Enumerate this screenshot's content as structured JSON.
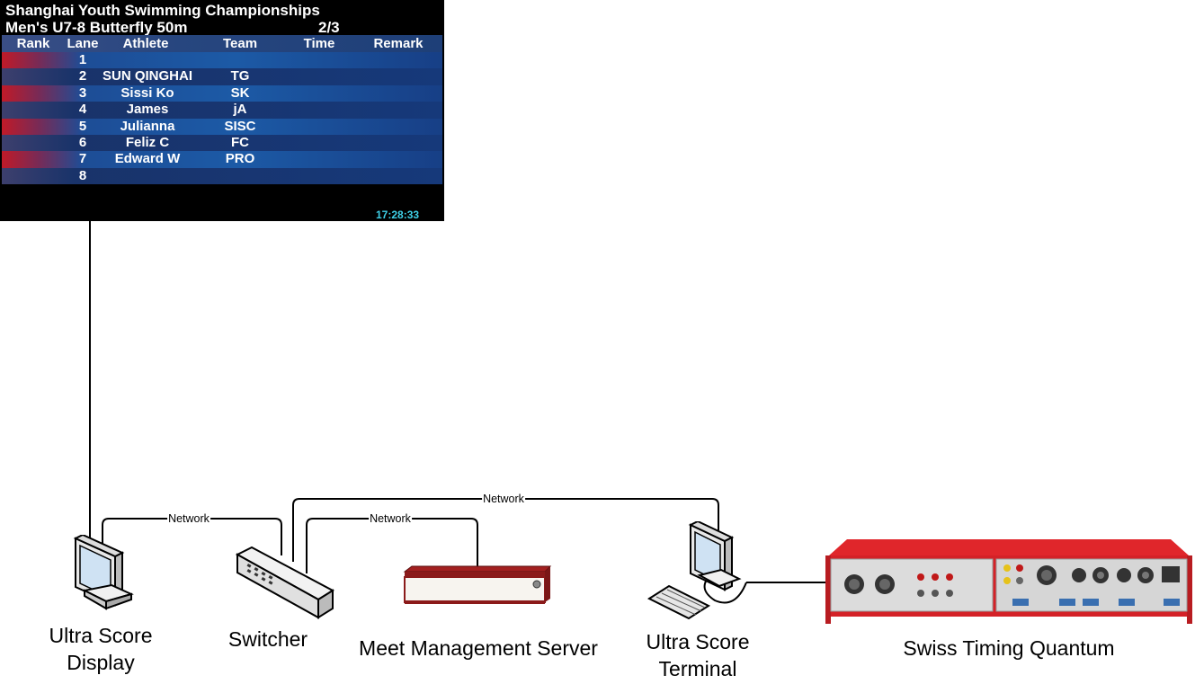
{
  "scoreboard": {
    "title": "Shanghai Youth Swimming Championships",
    "event": "Men's U7-8 Butterfly 50m",
    "page": "2/3",
    "columns": {
      "rank": "Rank",
      "lane": "Lane",
      "athlete": "Athlete",
      "team": "Team",
      "time": "Time",
      "remark": "Remark"
    },
    "rows": [
      {
        "lane": "1",
        "athlete": "",
        "team": ""
      },
      {
        "lane": "2",
        "athlete": "SUN QINGHAI",
        "team": "TG"
      },
      {
        "lane": "3",
        "athlete": "Sissi Ko",
        "team": "SK"
      },
      {
        "lane": "4",
        "athlete": "James",
        "team": "jA"
      },
      {
        "lane": "5",
        "athlete": "Julianna",
        "team": "SISC"
      },
      {
        "lane": "6",
        "athlete": "Feliz C",
        "team": "FC"
      },
      {
        "lane": "7",
        "athlete": "Edward W",
        "team": "PRO"
      },
      {
        "lane": "8",
        "athlete": "",
        "team": ""
      }
    ],
    "clock": "17:28:33",
    "clock_color": "#3fd0e8"
  },
  "devices": {
    "display": {
      "label_line1": "Ultra Score",
      "label_line2": "Display"
    },
    "switcher": {
      "label": "Switcher"
    },
    "server": {
      "label": "Meet Management Server"
    },
    "terminal": {
      "label_line1": "Ultra Score",
      "label_line2": "Terminal"
    },
    "quantum": {
      "label": "Swiss Timing Quantum"
    }
  },
  "connections": {
    "network_label_1": "Network",
    "network_label_2": "Network",
    "network_label_3": "Network"
  },
  "colors": {
    "quantum_red": "#e0262b",
    "server_red": "#8b1a1a"
  }
}
